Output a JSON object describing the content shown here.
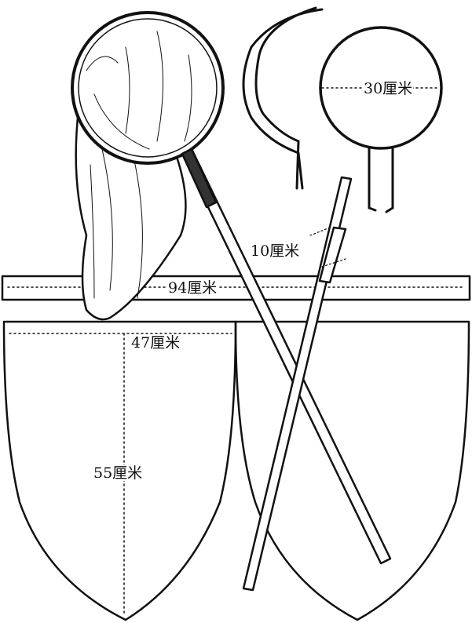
{
  "labels": {
    "ring_diameter": "30厘米",
    "pole_joint": "10厘米",
    "strip_length": "94厘米",
    "bag_width": "47厘米",
    "bag_depth": "55厘米"
  }
}
